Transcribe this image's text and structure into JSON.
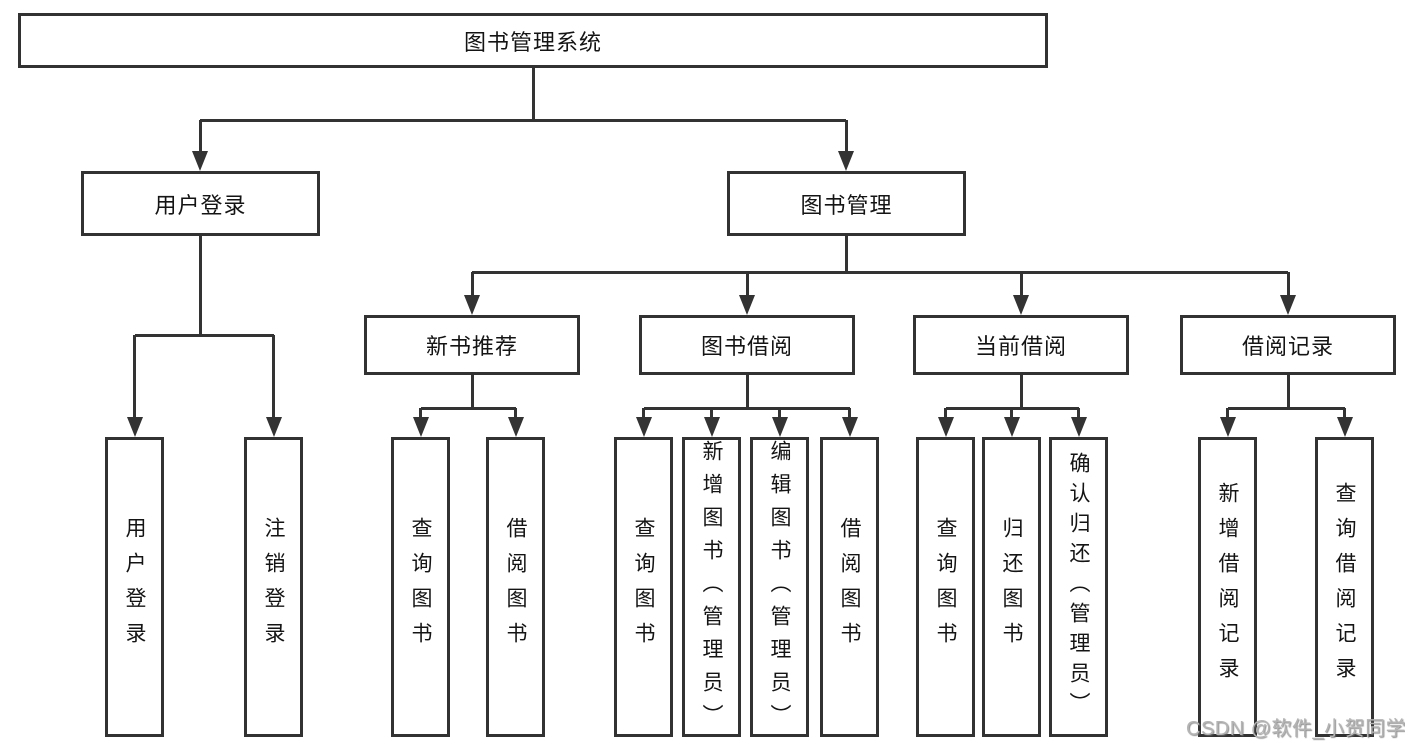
{
  "watermark": "CSDN @软件_小贺同学",
  "colors": {
    "line": "#333333",
    "box_border": "#323232",
    "box_background": "#ffffff",
    "text": "#141414",
    "watermark_text": "#b4b4b4"
  },
  "tree": {
    "root": {
      "label": "图书管理系统"
    },
    "branches": [
      {
        "label": "用户登录",
        "children": [
          {
            "label": "用户登录"
          },
          {
            "label": "注销登录"
          }
        ]
      },
      {
        "label": "图书管理",
        "children": [
          {
            "label": "新书推荐",
            "children": [
              {
                "label": "查询图书"
              },
              {
                "label": "借阅图书"
              }
            ]
          },
          {
            "label": "图书借阅",
            "children": [
              {
                "label": "查询图书"
              },
              {
                "label": "新增图书（管理员）"
              },
              {
                "label": "编辑图书（管理员）"
              },
              {
                "label": "借阅图书"
              }
            ]
          },
          {
            "label": "当前借阅",
            "children": [
              {
                "label": "查询图书"
              },
              {
                "label": "归还图书"
              },
              {
                "label": "确认归还（管理员）"
              }
            ]
          },
          {
            "label": "借阅记录",
            "children": [
              {
                "label": "新增借阅记录"
              },
              {
                "label": "查询借阅记录"
              }
            ]
          }
        ]
      }
    ]
  }
}
